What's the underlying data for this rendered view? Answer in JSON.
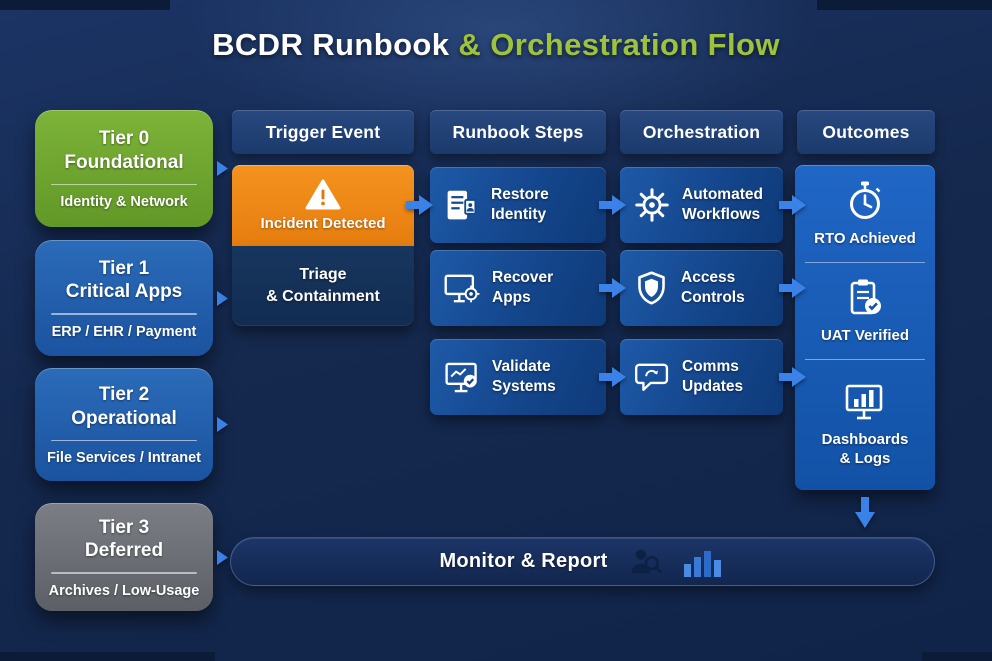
{
  "title": {
    "part1": "BCDR Runbook",
    "part2": "& Orchestration Flow"
  },
  "column_headers": [
    {
      "label": "Trigger Event"
    },
    {
      "label": "Runbook Steps"
    },
    {
      "label": "Orchestration"
    },
    {
      "label": "Outcomes"
    }
  ],
  "tiers": [
    {
      "name": "Tier 0",
      "role": "Foundational",
      "detail": "Identity & Network",
      "color": "#6fa72e"
    },
    {
      "name": "Tier 1",
      "role": "Critical Apps",
      "detail": "ERP / EHR / Payment",
      "color": "#2263b1"
    },
    {
      "name": "Tier 2",
      "role": "Operational",
      "detail": "File Services / Intranet",
      "color": "#2263b1"
    },
    {
      "name": "Tier 3",
      "role": "Deferred",
      "detail": "Archives / Low-Usage",
      "color": "#6e7378"
    }
  ],
  "trigger": {
    "incident_label": "Incident Detected",
    "triage_line1": "Triage",
    "triage_line2": "& Containment"
  },
  "runbook_steps": [
    {
      "line1": "Restore",
      "line2": "Identity",
      "icon": "identity-document-icon"
    },
    {
      "line1": "Recover",
      "line2": "Apps",
      "icon": "screen-gear-icon"
    },
    {
      "line1": "Validate",
      "line2": "Systems",
      "icon": "screen-check-icon"
    }
  ],
  "orchestration": [
    {
      "line1": "Automated",
      "line2": "Workflows",
      "icon": "gear-icon"
    },
    {
      "line1": "Access",
      "line2": "Controls",
      "icon": "shield-icon"
    },
    {
      "line1": "Comms",
      "line2": "Updates",
      "icon": "speech-bubble-icon"
    }
  ],
  "outcomes": [
    {
      "label": "RTO Achieved",
      "icon": "stopwatch-icon"
    },
    {
      "label": "UAT Verified",
      "icon": "clipboard-check-icon"
    },
    {
      "label_line1": "Dashboards",
      "label_line2": "& Logs",
      "icon": "dashboard-monitor-icon"
    }
  ],
  "monitor": {
    "label": "Monitor & Report"
  },
  "colors": {
    "background": "#15294f",
    "title_green": "#9dc33c",
    "incident_orange": "#ef8c1b",
    "tier0_green": "#6fa72e",
    "primary_blue": "#2263b1",
    "outcomes_blue": "#1b62bd",
    "arrow_blue": "#3b82e8",
    "tier3_gray": "#6e7378"
  }
}
